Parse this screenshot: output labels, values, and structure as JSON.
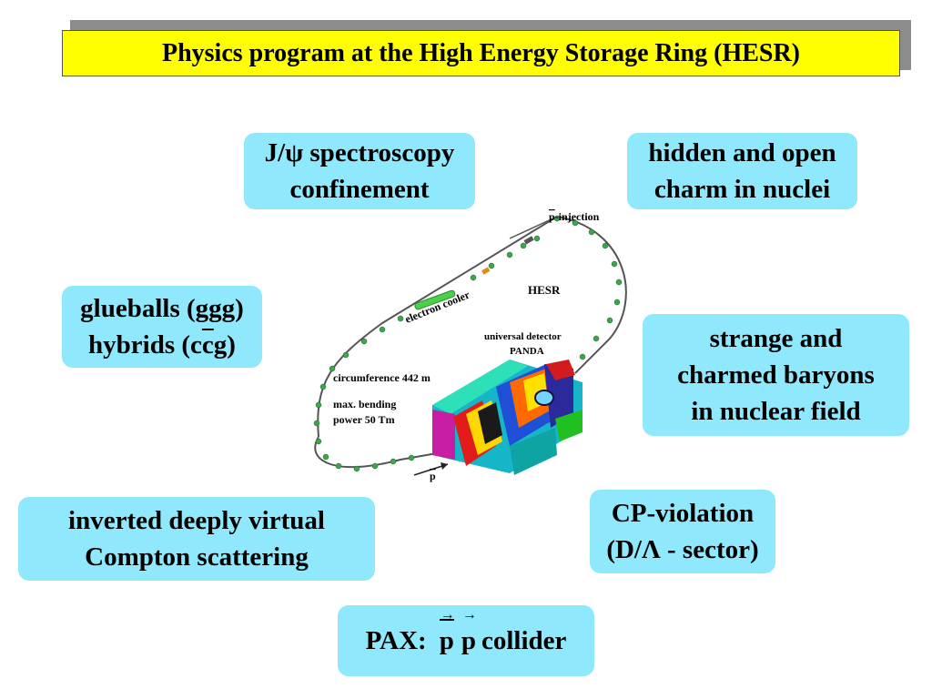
{
  "title": "Physics program at the High Energy Storage Ring (HESR)",
  "bubbles": {
    "jpsi": {
      "line1": "J/ψ spectroscopy",
      "line2": "confinement"
    },
    "charm_nuclei": {
      "line1": "hidden and open",
      "line2": "charm in nuclei"
    },
    "glueballs": {
      "line1": "glueballs (ggg)",
      "line2_pre": "hybrids (c",
      "line2_bar": "c",
      "line2_post": "g)"
    },
    "baryons": {
      "line1": "strange and",
      "line2": "charmed baryons",
      "line3": "in nuclear field"
    },
    "compton": {
      "line1": "inverted deeply virtual",
      "line2": "Compton scattering"
    },
    "cp": {
      "line1": "CP-violation",
      "line2": "(D/Λ - sector)"
    },
    "pax": {
      "prefix": "PAX:",
      "p1": "p",
      "p2": "p",
      "suffix": "collider"
    }
  },
  "ring": {
    "injection_p": "p",
    "injection_label": "-injection",
    "electron_cooler": "electron cooler",
    "hesr": "HESR",
    "detector_line1": "universal detector",
    "detector_line2": "PANDA",
    "circumference": "circumference 442 m",
    "bending_line1": "max. bending",
    "bending_line2": "power 50 Tm",
    "pbar": "p"
  },
  "colors": {
    "title_bg": "#ffff00",
    "bubble_bg": "#8fe8fb",
    "magnet": "#3aa84a"
  }
}
